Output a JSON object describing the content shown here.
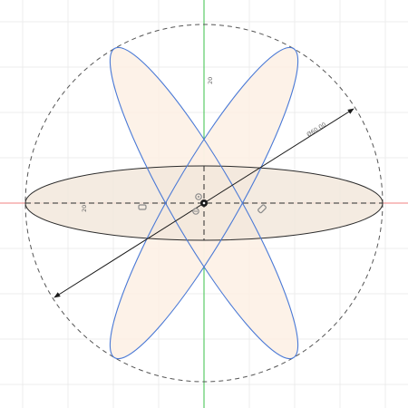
{
  "sketch": {
    "diameter_dimension": "Ø60.00",
    "vertical_axis_dimension": "20",
    "horizontal_axis_dimension": "20",
    "colors": {
      "background": "#ffffff",
      "grid": "#ececec",
      "x_axis": "#f08080",
      "y_axis": "#38c24a",
      "profile_fill": "#fdf0e4",
      "selected_curve": "#4a79d6",
      "unselected_curve": "#2b2b2b",
      "construction_circle": "#555555",
      "dimension_line": "#1a1a1a"
    },
    "icons": [
      "horizontal-constraint-icon",
      "diagonal-constraint-icon",
      "origin-icon",
      "coincident-constraint-icon",
      "fix-constraint-icon"
    ]
  }
}
